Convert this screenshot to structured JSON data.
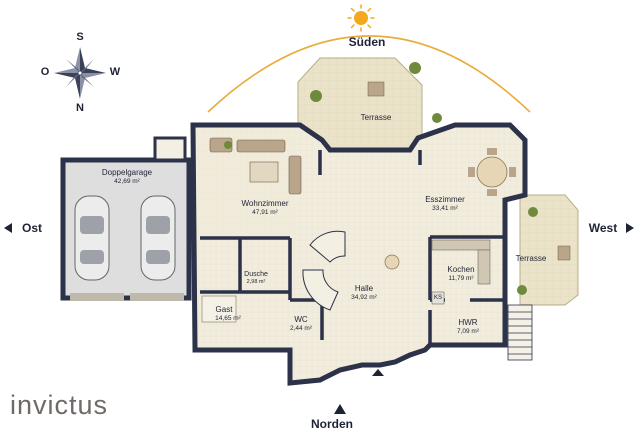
{
  "directions": {
    "south": "Süden",
    "east": "Ost",
    "west": "West",
    "north": "Norden"
  },
  "compass": {
    "n": "N",
    "s": "S",
    "e": "O",
    "w": "W"
  },
  "rooms": {
    "doppelgarage": {
      "name": "Doppelgarage",
      "area": "42,69 m²"
    },
    "wohnzimmer": {
      "name": "Wohnzimmer",
      "area": "47,91 m²"
    },
    "esszimmer": {
      "name": "Esszimmer",
      "area": "33,41 m²"
    },
    "terrasse_top": {
      "name": "Terrasse"
    },
    "terrasse_right": {
      "name": "Terrasse"
    },
    "dusche": {
      "name": "Dusche",
      "area": "2,98 m²"
    },
    "gast": {
      "name": "Gast",
      "area": "14,65 m²"
    },
    "wc": {
      "name": "WC",
      "area": "2,44 m²"
    },
    "halle": {
      "name": "Halle",
      "area": "34,92 m²"
    },
    "kochen": {
      "name": "Kochen",
      "area": "11,79 m²"
    },
    "hwr": {
      "name": "HWR",
      "area": "7,09 m²"
    },
    "ks": {
      "name": "KS"
    }
  },
  "brand": {
    "name": "invictus"
  },
  "colors": {
    "wall": "#2b3249",
    "floor": "#f3efe2",
    "terrace": "#eae3cb",
    "garage": "#dcdcdc",
    "sun": "#f3a91e",
    "arc": "#e9ac3c",
    "brand": "#6f6a67"
  }
}
